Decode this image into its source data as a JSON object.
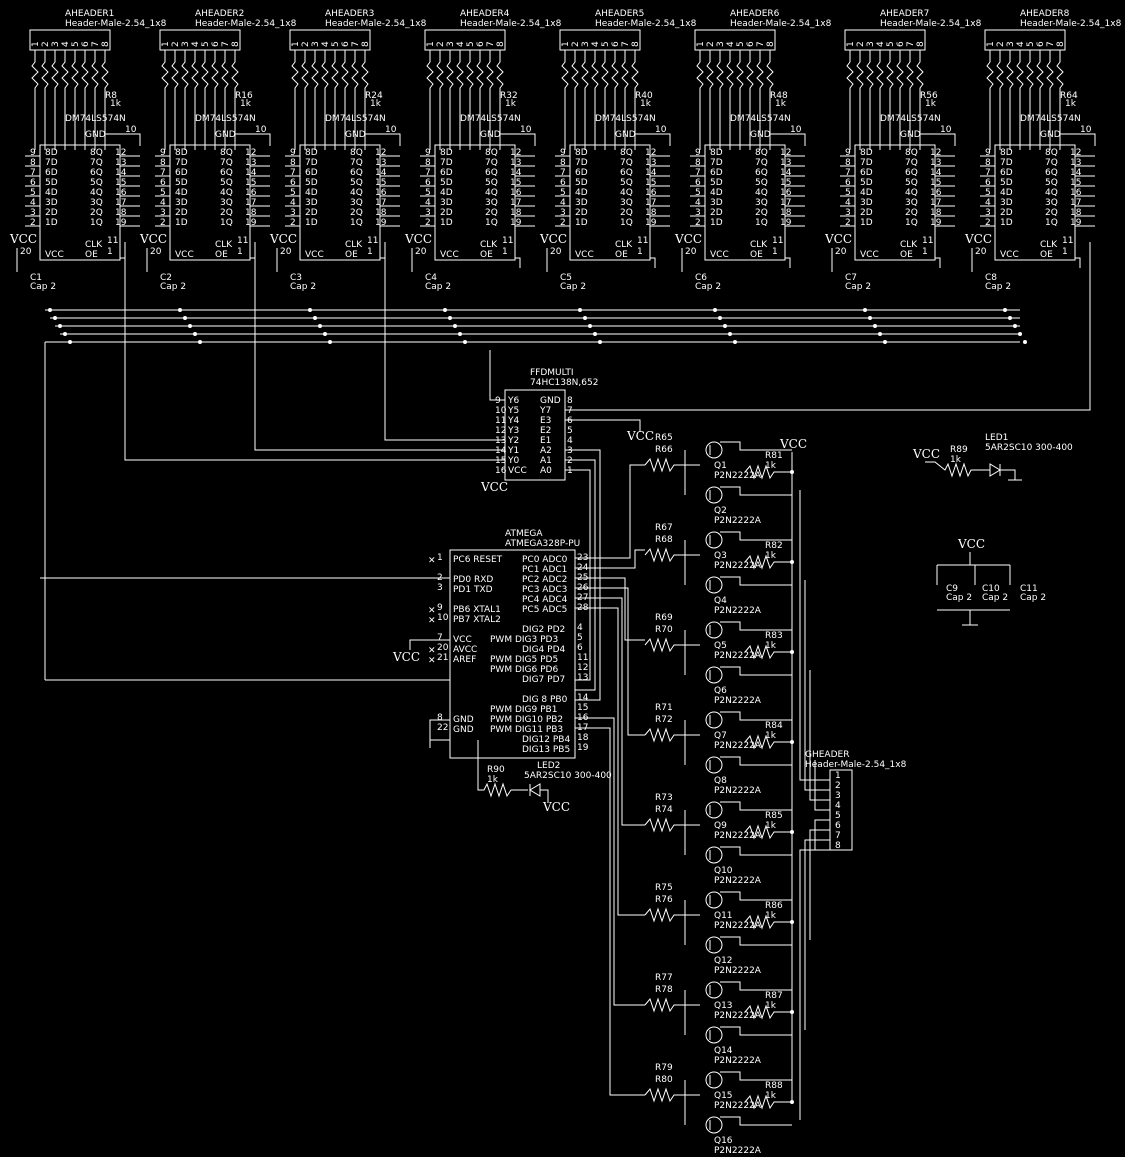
{
  "headers": [
    {
      "ref": "AHEADER1",
      "value": "Header-Male-2.54_1x8",
      "rref": "R8",
      "latch": "DM74LS574N",
      "cap": "C1",
      "cap_value": "Cap 2"
    },
    {
      "ref": "AHEADER2",
      "value": "Header-Male-2.54_1x8",
      "rref": "R16",
      "latch": "DM74LS574N",
      "cap": "C2",
      "cap_value": "Cap 2"
    },
    {
      "ref": "AHEADER3",
      "value": "Header-Male-2.54_1x8",
      "rref": "R24",
      "latch": "DM74LS574N",
      "cap": "C3",
      "cap_value": "Cap 2"
    },
    {
      "ref": "AHEADER4",
      "value": "Header-Male-2.54_1x8",
      "rref": "R32",
      "latch": "DM74LS574N",
      "cap": "C4",
      "cap_value": "Cap 2"
    },
    {
      "ref": "AHEADER5",
      "value": "Header-Male-2.54_1x8",
      "rref": "R40",
      "latch": "DM74LS574N",
      "cap": "C5",
      "cap_value": "Cap 2"
    },
    {
      "ref": "AHEADER6",
      "value": "Header-Male-2.54_1x8",
      "rref": "R48",
      "latch": "DM74LS574N",
      "cap": "C6",
      "cap_value": "Cap 2"
    },
    {
      "ref": "AHEADER7",
      "value": "Header-Male-2.54_1x8",
      "rref": "R56",
      "latch": "DM74LS574N",
      "cap": "C7",
      "cap_value": "Cap 2"
    },
    {
      "ref": "AHEADER8",
      "value": "Header-Male-2.54_1x8",
      "rref": "R64",
      "latch": "DM74LS574N",
      "cap": "C8",
      "cap_value": "Cap 2"
    }
  ],
  "common": {
    "vcc": "VCC",
    "res_1k": "1k",
    "gnd": "GND",
    "pin10": "10",
    "pin20": "20",
    "pin11": "11",
    "pin1": "1",
    "clk": "CLK",
    "oe": "OE",
    "header_pins": [
      "1",
      "2",
      "3",
      "4",
      "5",
      "6",
      "7",
      "8"
    ],
    "latch_left_nums": [
      "9",
      "8",
      "7",
      "6",
      "5",
      "4",
      "3",
      "2"
    ],
    "latch_d": [
      "8D",
      "7D",
      "6D",
      "5D",
      "4D",
      "3D",
      "2D",
      "1D"
    ],
    "latch_q": [
      "8Q",
      "7Q",
      "6Q",
      "5Q",
      "4Q",
      "3Q",
      "2Q",
      "1Q"
    ],
    "latch_right_nums": [
      "12",
      "13",
      "14",
      "15",
      "16",
      "17",
      "18",
      "19"
    ]
  },
  "decoder": {
    "ref": "FFDMULTI",
    "value": "74HC138N,652",
    "left_nums": [
      "9",
      "10",
      "11",
      "12",
      "13",
      "14",
      "15",
      "16"
    ],
    "left_names": [
      "Y6",
      "Y5",
      "Y4",
      "Y3",
      "Y2",
      "Y1",
      "Y0",
      "VCC"
    ],
    "right_nums": [
      "8",
      "7",
      "6",
      "5",
      "4",
      "3",
      "2",
      "1"
    ],
    "right_names": [
      "GND",
      "Y7",
      "E3",
      "E2",
      "E1",
      "A2",
      "A1",
      "A0"
    ]
  },
  "mcu": {
    "ref": "ATMEGA",
    "value": "ATMEGA328P-PU",
    "left_nums": [
      "1",
      "",
      "2",
      "3",
      "",
      "9",
      "10",
      "",
      "7",
      "20",
      "21",
      "",
      "",
      "",
      "",
      "",
      "8",
      "22"
    ],
    "left_names": [
      "PC6 RESET",
      "",
      "PD0 RXD",
      "PD1 TXD",
      "",
      "PB6 XTAL1",
      "PB7 XTAL2",
      "",
      "VCC",
      "AVCC",
      "AREF",
      "",
      "",
      "",
      "",
      "",
      "GND",
      "GND"
    ],
    "right_names": [
      "PC0 ADC0",
      "PC1 ADC1",
      "PC2 ADC2",
      "PC3 ADC3",
      "PC4 ADC4",
      "PC5 ADC5",
      "",
      "DIG2 PD2",
      "PWM DIG3 PD3",
      "DIG4 PD4",
      "PWM DIG5 PD5",
      "PWM DIG6 PD6",
      "DIG7 PD7",
      "",
      "DIG 8 PB0",
      "PWM DIG9 PB1",
      "PWM DIG10 PB2",
      "PWM DIG11 PB3",
      "DIG12 PB4",
      "DIG13 PB5"
    ],
    "right_nums": [
      "23",
      "24",
      "25",
      "26",
      "27",
      "28",
      "",
      "4",
      "5",
      "6",
      "11",
      "12",
      "13",
      "",
      "14",
      "15",
      "16",
      "17",
      "18",
      "19"
    ]
  },
  "transistors": {
    "value": "P2N2222A",
    "q_refs": [
      "Q1",
      "Q2",
      "Q3",
      "Q4",
      "Q5",
      "Q6",
      "Q7",
      "Q8",
      "Q9",
      "Q10",
      "Q11",
      "Q12",
      "Q13",
      "Q14",
      "Q15",
      "Q16"
    ],
    "r_pairs": [
      [
        "R65",
        "R66"
      ],
      [
        "R67",
        "R68"
      ],
      [
        "R69",
        "R70"
      ],
      [
        "R71",
        "R72"
      ],
      [
        "R73",
        "R74"
      ],
      [
        "R75",
        "R76"
      ],
      [
        "R77",
        "R78"
      ],
      [
        "R79",
        "R80"
      ]
    ],
    "r_right": [
      "R81",
      "R82",
      "R83",
      "R84",
      "R85",
      "R86",
      "R87",
      "R88"
    ]
  },
  "gheader": {
    "ref": "GHEADER",
    "value": "Header-Male-2.54_1x8",
    "pins": [
      "1",
      "2",
      "3",
      "4",
      "5",
      "6",
      "7",
      "8"
    ]
  },
  "led1": {
    "ref": "LED1",
    "value": "5AR2SC10 300-400",
    "res": "R89",
    "res_value": "1k"
  },
  "led2": {
    "ref": "LED2",
    "value": "5AR2SC10 300-400",
    "res": "R90",
    "res_value": "1k"
  },
  "caps_extra": [
    {
      "ref": "C9",
      "value": "Cap 2"
    },
    {
      "ref": "C10",
      "value": "Cap 2"
    },
    {
      "ref": "C11",
      "value": "Cap 2"
    }
  ]
}
